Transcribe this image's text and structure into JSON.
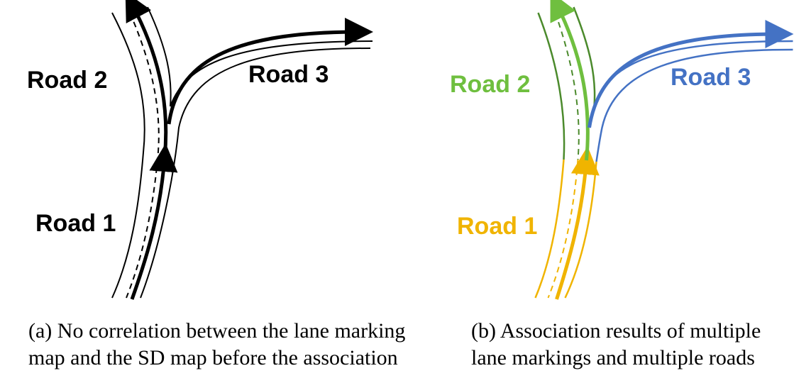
{
  "panel_a": {
    "labels": {
      "road1": "Road 1",
      "road2": "Road 2",
      "road3": "Road 3"
    },
    "caption_line1": "(a) No correlation between the lane marking",
    "caption_line2": "map and the SD map before the association",
    "colors": {
      "road1": "#000000",
      "road2": "#000000",
      "road3": "#000000"
    }
  },
  "panel_b": {
    "labels": {
      "road1": "Road 1",
      "road2": "Road 2",
      "road3": "Road 3"
    },
    "caption_line1": "(b) Association results of multiple",
    "caption_line2": "lane markings and multiple roads",
    "colors": {
      "road1": "#f0b400",
      "road2_center": "#6fbf3f",
      "road2_edges": "#4b8a2c",
      "road3": "#4472c4"
    }
  }
}
